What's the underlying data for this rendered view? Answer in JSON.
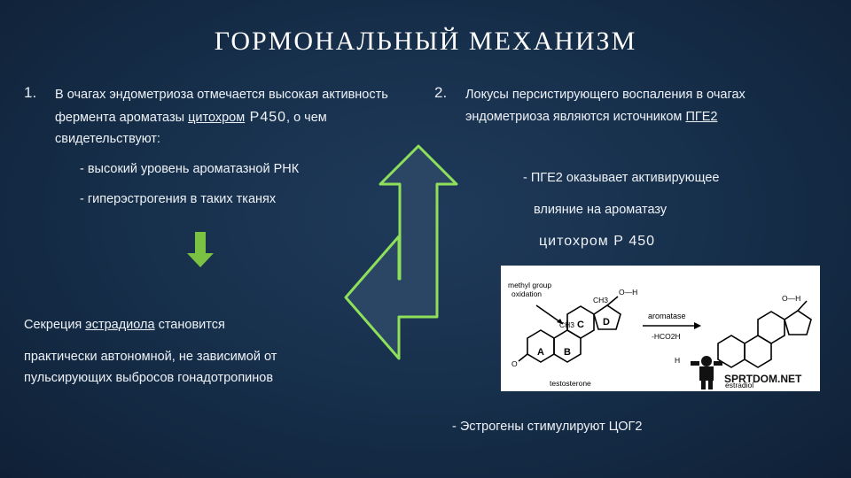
{
  "slide": {
    "title": "ГОРМОНАЛЬНЫЙ МЕХАНИЗМ",
    "left": {
      "number": "1.",
      "line1": "В очагах эндометриоза отмечается высокая активность",
      "line2_pre": "фермента ароматазы ",
      "line2_u": "цитохром",
      "line2_big": " Р450",
      "line2_post": ", о чем",
      "line3": "свидетельствуют:",
      "bullet1": "- высокий уровень ароматазной РНК",
      "bullet2": "- гиперэстрогения в таких тканях"
    },
    "right": {
      "number": "2.",
      "line1": "Локусы персистирующего воспаления в очагах",
      "line2_pre": "эндометриоза являются источником ",
      "line2_u": "ПГЕ2",
      "bullet1": "- ПГЕ2 оказывает активирующее",
      "bullet2": "влияние на ароматазу",
      "bullet3": "цитохром  Р  450"
    },
    "secretion": {
      "pre": "Секреция ",
      "u": "эстрадиола",
      "post": " становится",
      "line2": "практически автономной, не зависимой от",
      "line3": "пульсирующих выбросов гонадотропинов"
    },
    "bottom_note": "- Эстрогены стимулируют ЦОГ2",
    "diagram": {
      "methyl_label_1": "methyl group",
      "methyl_label_2": "oxidation",
      "ch3_a": "CH3",
      "ch3_b": "CH3",
      "ring_a": "A",
      "ring_b": "B",
      "ring_c": "C",
      "ring_d": "D",
      "oh1": "O—H",
      "oh2": "O—H",
      "o_left": "O",
      "h_label": "H",
      "enzyme": "aromatase",
      "byproduct": "-HCO2H",
      "testosterone": "testosterone",
      "estradiol": "estradiol",
      "watermark": "SPRTDOM.NET"
    },
    "colors": {
      "arrow_green": "#7bc142",
      "arrow_blue_fill": "#2a4664",
      "arrow_outline": "#8ee05a"
    }
  }
}
